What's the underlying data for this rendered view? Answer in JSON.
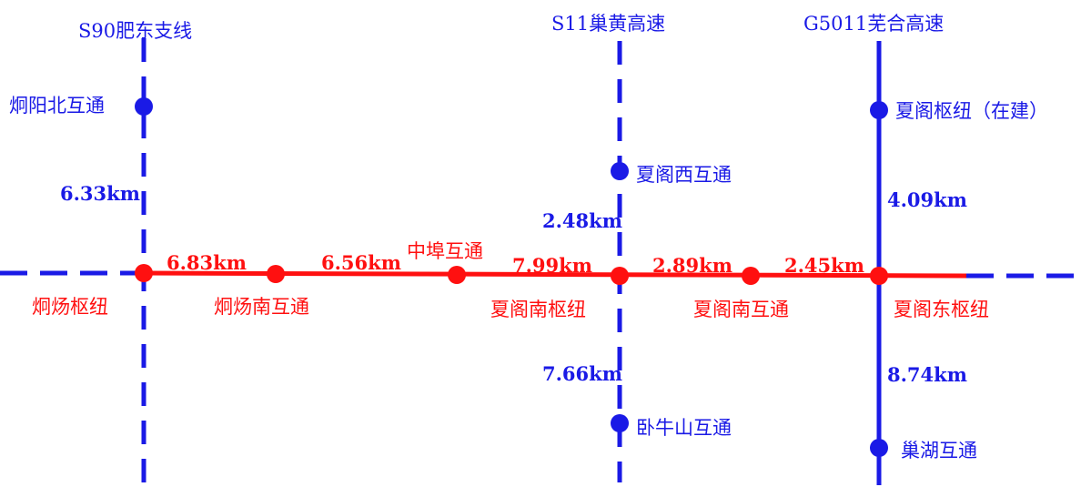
{
  "colors": {
    "main_line": "#ff1010",
    "branch_line": "#1a1ae6",
    "background": "#ffffff"
  },
  "highways": {
    "s90": "S90肥东支线",
    "s11": "S11巢黄高速",
    "g5011": "G5011芜合高速"
  },
  "stations": {
    "tongyang_north": "炯阳北互通",
    "xiage_west": "夏阁西互通",
    "xiage_hub_construction": "夏阁枢纽（在建）",
    "tongyang_hub": "炯炀枢纽",
    "tongyang_south": "炯炀南互通",
    "zhonghan": "中埠互通",
    "xiage_south_hub": "夏阁南枢纽",
    "xiage_south": "夏阁南互通",
    "xiage_east_hub": "夏阁东枢纽",
    "woniushan": "卧牛山互通",
    "chaohu": "巢湖互通"
  },
  "distances": {
    "s90_north": "6.33km",
    "s11_north": "2.48km",
    "g5011_north": "4.09km",
    "main_1": "6.83km",
    "main_2": "6.56km",
    "main_3": "7.99km",
    "main_4": "2.89km",
    "main_5": "2.45km",
    "s11_south": "7.66km",
    "g5011_south": "8.74km"
  }
}
